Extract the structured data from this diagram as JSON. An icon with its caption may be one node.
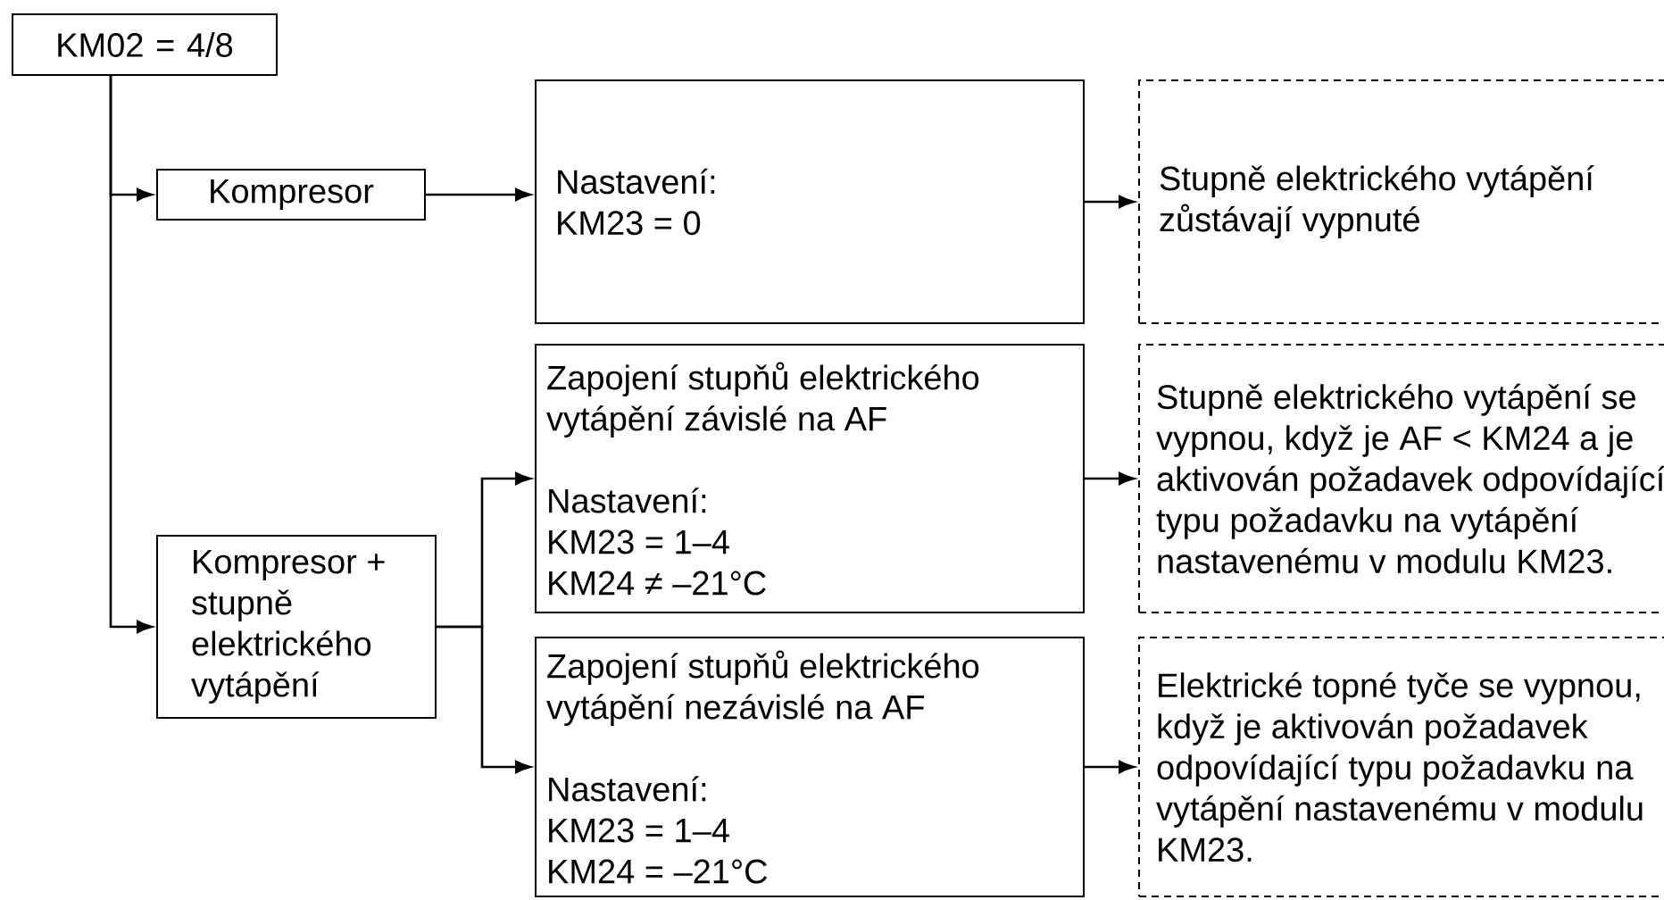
{
  "diagram": {
    "nodes": [
      {
        "text": [
          "KM02 = 4/8"
        ]
      },
      {
        "text": [
          "Kompresor"
        ]
      },
      {
        "text": [
          "Kompresor + stupně elektrického vytápění"
        ]
      },
      {
        "text": [
          "Nastavení:",
          "KM23 = 0"
        ]
      },
      {
        "text": [
          "Zapojení stupňů elektrického vytápění závislé na AF",
          "Nastavení:",
          "KM23 = 1–4",
          "KM24 ≠ –21°C"
        ]
      },
      {
        "text": [
          "Zapojení stupňů elektrického vytápění nezávislé na AF",
          "Nastavení:",
          "KM23 = 1–4",
          "KM24 = –21°C"
        ]
      },
      {
        "text": [
          "Stupně elektrického vytápění zůstávají vypnuté"
        ]
      },
      {
        "text": [
          "Stupně elektrického vytápění se vypnou, když je AF < KM24 a je aktivován požadavek odpovídající typu požadavku na vytápění nastavenému v modulu KM23."
        ]
      },
      {
        "text": [
          "Elektrické topné tyče se vypnou, když je aktivován požadavek odpovídající typu požadavku na vytápění nastavenému v modulu KM23."
        ]
      }
    ],
    "edges": [
      {
        "from": 0,
        "to": 1,
        "arrow": "to"
      },
      {
        "from": 0,
        "to": 2,
        "arrow": "to"
      },
      {
        "from": 1,
        "to": 3,
        "arrow": "to"
      },
      {
        "from": 2,
        "to": 4,
        "arrow": "to"
      },
      {
        "from": 2,
        "to": 5,
        "arrow": "to"
      },
      {
        "from": 3,
        "to": 6,
        "arrow": "to"
      },
      {
        "from": 4,
        "to": 7,
        "arrow": "to"
      },
      {
        "from": 5,
        "to": 8,
        "arrow": "to"
      }
    ]
  }
}
